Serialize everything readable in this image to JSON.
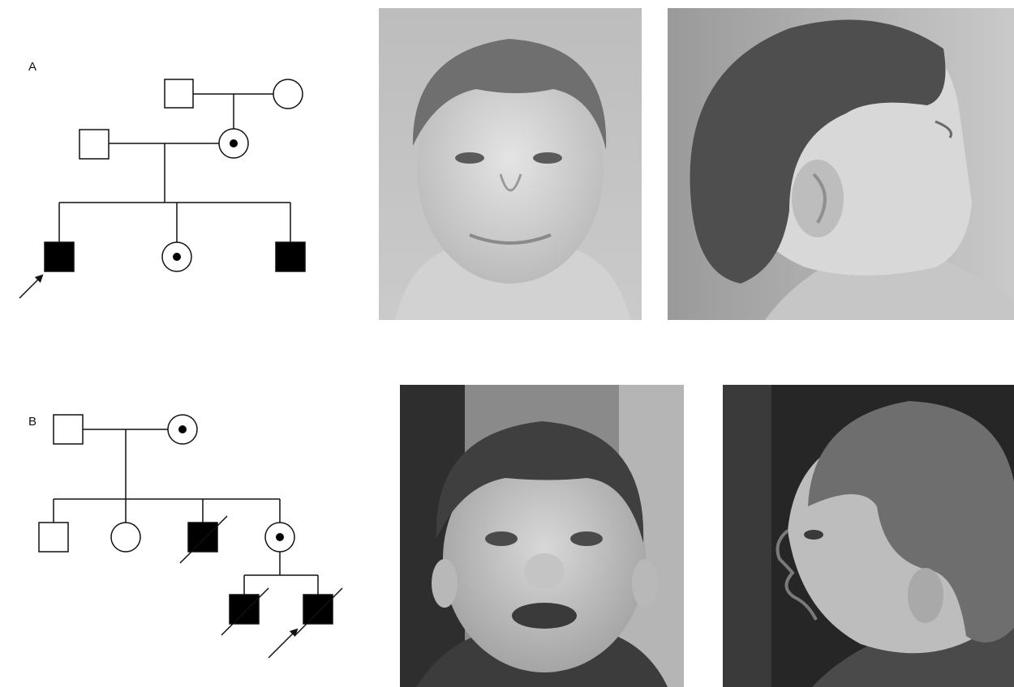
{
  "panels": [
    {
      "label": "A",
      "pedigree": {
        "individuals": [
          {
            "id": "I-1",
            "sex": "male",
            "status": "unaffected"
          },
          {
            "id": "I-2",
            "sex": "female",
            "status": "unaffected"
          },
          {
            "id": "II-1",
            "sex": "male",
            "status": "unaffected"
          },
          {
            "id": "II-2",
            "sex": "female",
            "status": "carrier"
          },
          {
            "id": "III-1",
            "sex": "male",
            "status": "affected",
            "proband": true
          },
          {
            "id": "III-2",
            "sex": "female",
            "status": "carrier"
          },
          {
            "id": "III-3",
            "sex": "male",
            "status": "affected"
          }
        ]
      },
      "photos": [
        "frontal-view",
        "profile-view"
      ]
    },
    {
      "label": "B",
      "pedigree": {
        "individuals": [
          {
            "id": "I-1",
            "sex": "male",
            "status": "unaffected"
          },
          {
            "id": "I-2",
            "sex": "female",
            "status": "carrier"
          },
          {
            "id": "II-1",
            "sex": "male",
            "status": "unaffected"
          },
          {
            "id": "II-2",
            "sex": "female",
            "status": "unaffected"
          },
          {
            "id": "II-3",
            "sex": "male",
            "status": "affected",
            "deceased": true
          },
          {
            "id": "II-4",
            "sex": "female",
            "status": "carrier"
          },
          {
            "id": "III-1",
            "sex": "male",
            "status": "affected",
            "deceased": true
          },
          {
            "id": "III-2",
            "sex": "male",
            "status": "affected",
            "deceased": true,
            "proband": true
          }
        ]
      },
      "photos": [
        "frontal-view",
        "profile-view"
      ]
    }
  ],
  "colors": {
    "line": "#111111",
    "affected": "#000000",
    "background": "#ffffff"
  }
}
